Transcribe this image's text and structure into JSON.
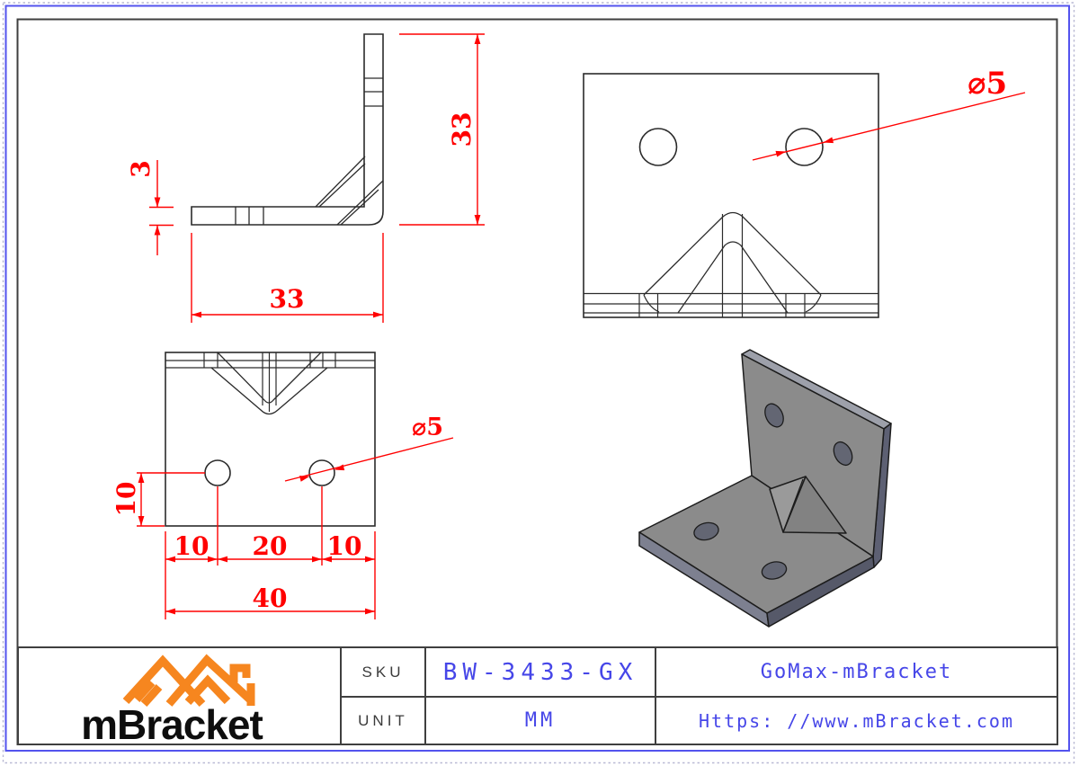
{
  "colors": {
    "dimension_red": "#ff0000",
    "line_black": "#2b2b2b",
    "border_blue": "#5353ee",
    "border_inner": "#3f3f3f",
    "logo_orange": "#f6861f",
    "value_blue": "#4646e8",
    "metal_gray": "#8b8b8b"
  },
  "views": {
    "side_view": {
      "thickness_dim": "3",
      "height_dim": "33",
      "length_dim": "33"
    },
    "front_view": {
      "hole_dia_dim": "⌀5"
    },
    "plan_view": {
      "hole_offset_dim": "10",
      "edge_left_dim": "10",
      "pitch_dim": "20",
      "edge_right_dim": "10",
      "overall_width_dim": "40",
      "hole_dia_dim": "⌀5"
    }
  },
  "title_block": {
    "brand": "mBracket",
    "sku_label": "SKU",
    "sku_value": "BW-3433-GX",
    "unit_label": "UNIT",
    "unit_value": "MM",
    "product_name": "GoMax-mBracket",
    "website": "Https: //www.mBracket.com"
  }
}
